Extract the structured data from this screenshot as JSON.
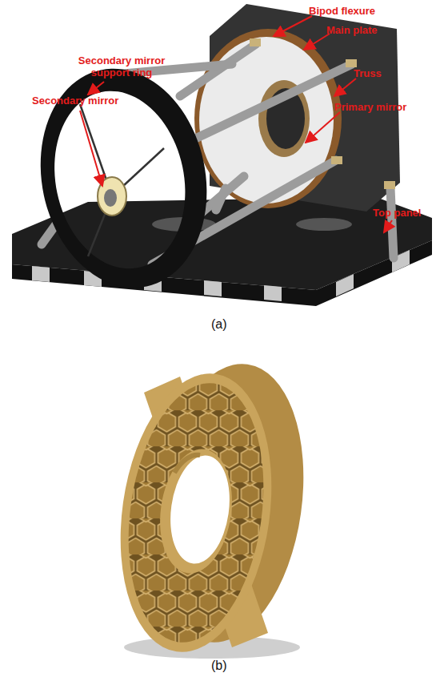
{
  "diagram": {
    "labels": [
      "Bipod flexure",
      "Main plate",
      "Secondary mirror support ring",
      "Secondary mirror",
      "Truss",
      "Primary mirror",
      "Top panel",
      "(a)",
      "(b)"
    ]
  }
}
